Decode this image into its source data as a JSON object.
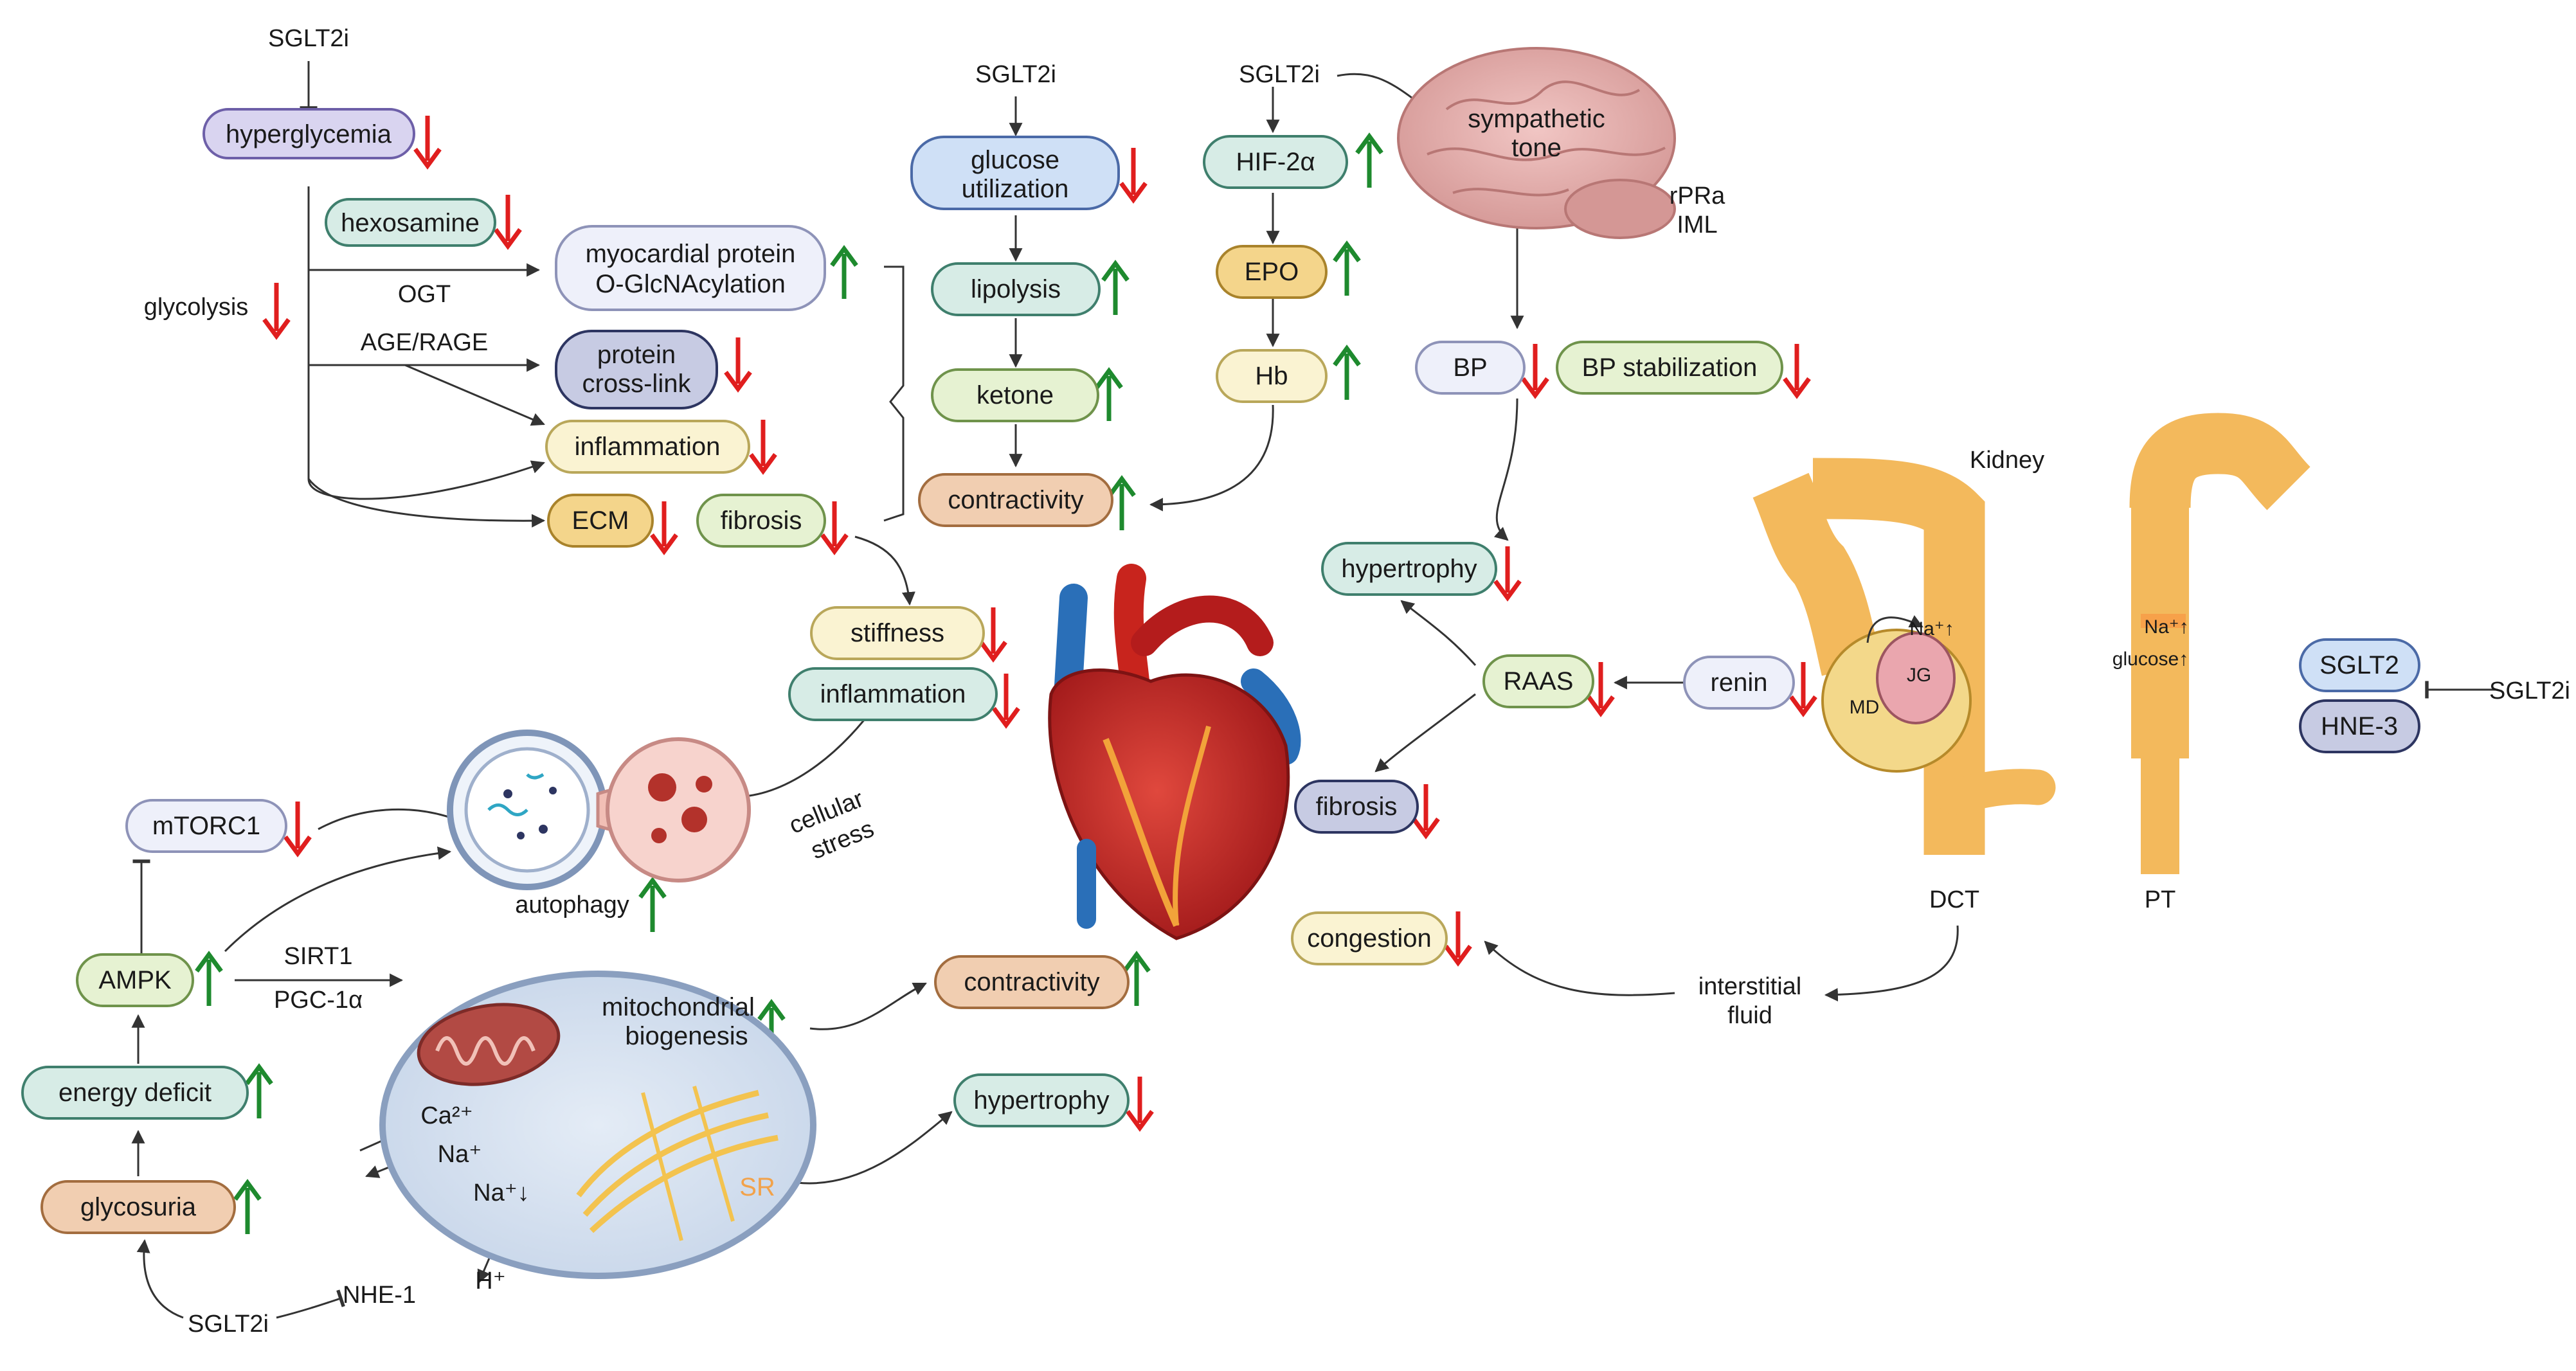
{
  "labels": {
    "sglt2i_top": "SGLT2i",
    "sglt2i_mid": "SGLT2i",
    "sglt2i_hif": "SGLT2i",
    "sglt2i_right": "SGLT2i",
    "sglt2i_bottom": "SGLT2i",
    "hyperglycemia": "hyperglycemia",
    "hexosamine": "hexosamine",
    "myocardial_protein_1": "myocardial  protein",
    "myocardial_protein_2": "O-GlcNAcylation",
    "ogt": "OGT",
    "glycolysis": "glycolysis",
    "age_rage": "AGE/RAGE",
    "protein_crosslink_1": "protein",
    "protein_crosslink_2": "cross-link",
    "inflammation_top": "inflammation",
    "ecm": "ECM",
    "fibrosis_top": "fibrosis",
    "glucose_utilization_1": "glucose",
    "glucose_utilization_2": "utilization",
    "lipolysis": "lipolysis",
    "ketone": "ketone",
    "contractivity_top": "contractivity",
    "hif2a": "HIF-2α",
    "epo": "EPO",
    "hb": "Hb",
    "sympathetic_tone_1": "sympathetic",
    "sympathetic_tone_2": "tone",
    "rpra": "rPRa",
    "iml": "IML",
    "bp": "BP",
    "bp_stabilization": "BP stabilization",
    "kidney": "Kidney",
    "hypertrophy_right": "hypertrophy",
    "raas": "RAAS",
    "renin": "renin",
    "fibrosis_right": "fibrosis",
    "congestion": "congestion",
    "interstitial_fluid_1": "interstitial",
    "interstitial_fluid_2": "fluid",
    "dct": "DCT",
    "pt": "PT",
    "na_dct": "Na⁺↑",
    "jg": "JG",
    "md": "MD",
    "na_pt": "Na⁺↑",
    "glucose_pt": "glucose↑",
    "sglt2": "SGLT2",
    "hne3": "HNE-3",
    "stiffness": "stiffness",
    "inflammation_center": "inflammation",
    "cellular_stress_1": "cellular",
    "cellular_stress_2": "stress",
    "mtorc1": "mTORC1",
    "autophagy": "autophagy",
    "ampk": "AMPK",
    "sirt1": "SIRT1",
    "pgc1a": "PGC-1α",
    "energy_deficit": "energy deficit",
    "glycosuria": "glycosuria",
    "mito_biogenesis_1": "mitochondrial",
    "mito_biogenesis_2": "biogenesis",
    "ca2": "Ca²⁺",
    "na_plus": "Na⁺",
    "na_down": "Na⁺↓",
    "h_plus": "H⁺",
    "sr": "SR",
    "nhe1": "NHE-1",
    "contractivity_bottom": "contractivity",
    "hypertrophy_bottom": "hypertrophy"
  },
  "colors": {
    "up_arrow": "#1e8a2e",
    "down_arrow": "#e01e1e",
    "purple_fill": "#d9d4f0",
    "purple_stroke": "#6d5fa8",
    "teal_fill": "#d7ece6",
    "teal_stroke": "#3f7f6d",
    "pale_fill": "#eef0fa",
    "pale_stroke": "#8e93b8",
    "navy_fill": "#c7cbe3",
    "navy_stroke": "#2d3561",
    "cream_fill": "#faf3d2",
    "cream_stroke": "#b9a75a",
    "gold_fill": "#f4d58b",
    "gold_stroke": "#a9832b",
    "lime_fill": "#e6f2d2",
    "lime_stroke": "#6f934b",
    "blue_fill": "#cfe0f6",
    "blue_stroke": "#4b6aa7",
    "peach_fill": "#f1ceb1",
    "peach_stroke": "#a36d3f",
    "kidney_tube": "#f3b95c"
  }
}
